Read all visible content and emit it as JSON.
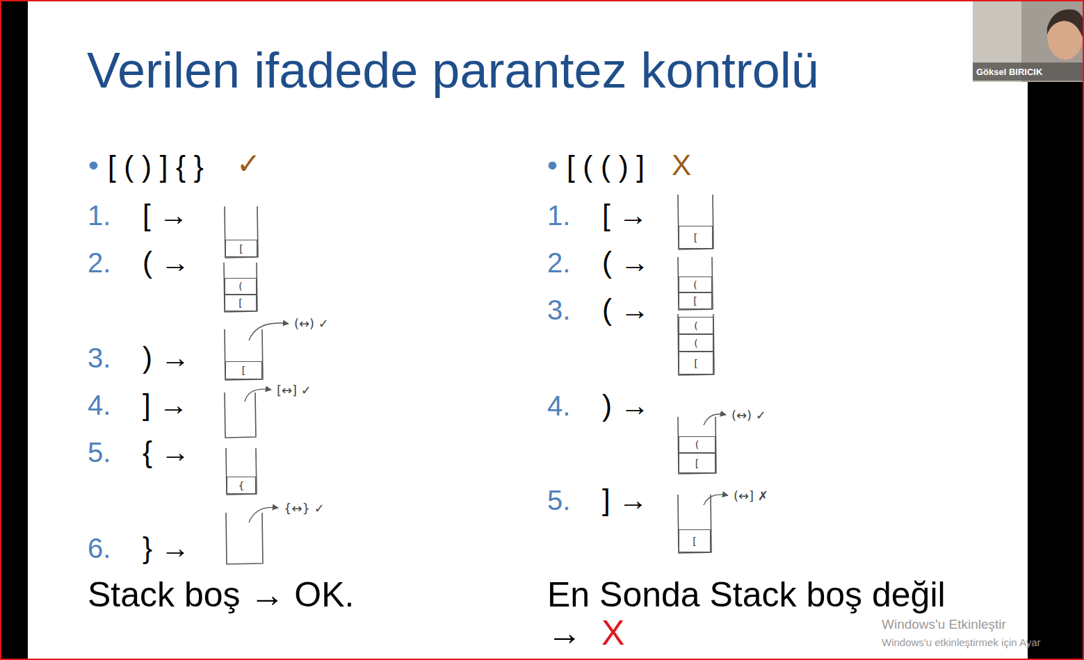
{
  "diagram": {
    "title": "Verilen ifadede parantez kontrolü",
    "nodes": [
      {
        "text": [
          "["
        ]
      },
      {
        "text": [
          "("
        ]
      },
      {
        "text": [
          "["
        ]
      },
      {
        "text": [
          "["
        ]
      },
      {
        "text": [
          "{"
        ]
      },
      {
        "text": [
          "["
        ]
      },
      {
        "text": [
          "("
        ]
      },
      {
        "text": [
          "["
        ]
      },
      {
        "text": [
          "("
        ]
      },
      {
        "text": [
          "("
        ]
      },
      {
        "text": [
          "["
        ]
      },
      {
        "text": [
          "("
        ]
      },
      {
        "text": [
          "["
        ]
      },
      {
        "text": [
          "["
        ]
      }
    ],
    "labels": [
      "•",
      "[ ( ) ] { }",
      "✓",
      "1.",
      "[ →",
      "2.",
      "( →",
      "3.",
      ") →",
      "(↔) ✓",
      "4.",
      "] →",
      "[↔] ✓",
      "5.",
      "{ →",
      "6.",
      "} →",
      "{↔} ✓",
      "Stack boş → OK.",
      "•",
      "[ ( ( ) ]",
      "X",
      "1.",
      "[ →",
      "2.",
      "( →",
      "3.",
      "( →",
      "4.",
      ") →",
      "(↔) ✓",
      "5.",
      "] →",
      "(↔] ✗",
      "En Sonda Stack boş değil",
      "→",
      "X",
      "Windows'u Etkinleştir",
      "Windows'u etkinleştirmek için Ayar",
      "Göksel BIRICIK"
    ]
  }
}
